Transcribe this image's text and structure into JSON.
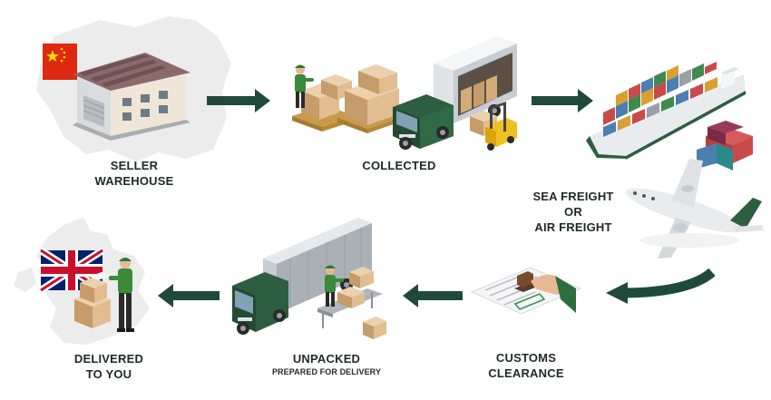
{
  "colors": {
    "arrow": "#1f4a3a",
    "map": "#ececec",
    "truck_cab": "#2d5e3f",
    "worker_shirt": "#3a8a3a",
    "box": "#d9b48a",
    "ship_hull": "#e9ecef",
    "plane": "#e8ecef",
    "text": "#1e2a28"
  },
  "flags": {
    "origin": "china-flag",
    "destination": "uk-flag"
  },
  "steps": {
    "seller_warehouse": {
      "line1": "SELLER",
      "line2": "WAREHOUSE"
    },
    "collected": {
      "line1": "COLLECTED"
    },
    "freight": {
      "line1": "SEA FREIGHT",
      "line2": "OR",
      "line3": "AIR FREIGHT"
    },
    "customs": {
      "line1": "CUSTOMS",
      "line2": "CLEARANCE"
    },
    "unpacked": {
      "line1": "UNPACKED",
      "line2": "PREPARED FOR DELIVERY"
    },
    "delivered": {
      "line1": "DELIVERED",
      "line2": "TO YOU"
    }
  }
}
